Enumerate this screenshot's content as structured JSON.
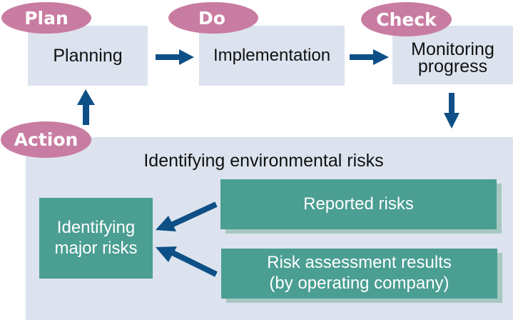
{
  "colors": {
    "step_box": "#dce3ee",
    "phase_label": "#c97ca2",
    "arrow": "#0d4f86",
    "teal_box": "#4a9e92",
    "teal_shadow": "#a7c8c2"
  },
  "phases": {
    "plan": {
      "label": "Plan",
      "step": "Planning"
    },
    "do": {
      "label": "Do",
      "step": "Implementation"
    },
    "check": {
      "label": "Check",
      "step_line1": "Monitoring",
      "step_line2": "progress"
    },
    "action": {
      "label": "Action"
    }
  },
  "risk_panel": {
    "title": "Identifying environmental risks",
    "major": {
      "line1": "Identifying",
      "line2": "major risks"
    },
    "reported": "Reported risks",
    "assessment": {
      "line1": "Risk assessment results",
      "line2": "(by operating company)"
    }
  },
  "icons": {
    "flow_arrow": "arrow-icon"
  }
}
